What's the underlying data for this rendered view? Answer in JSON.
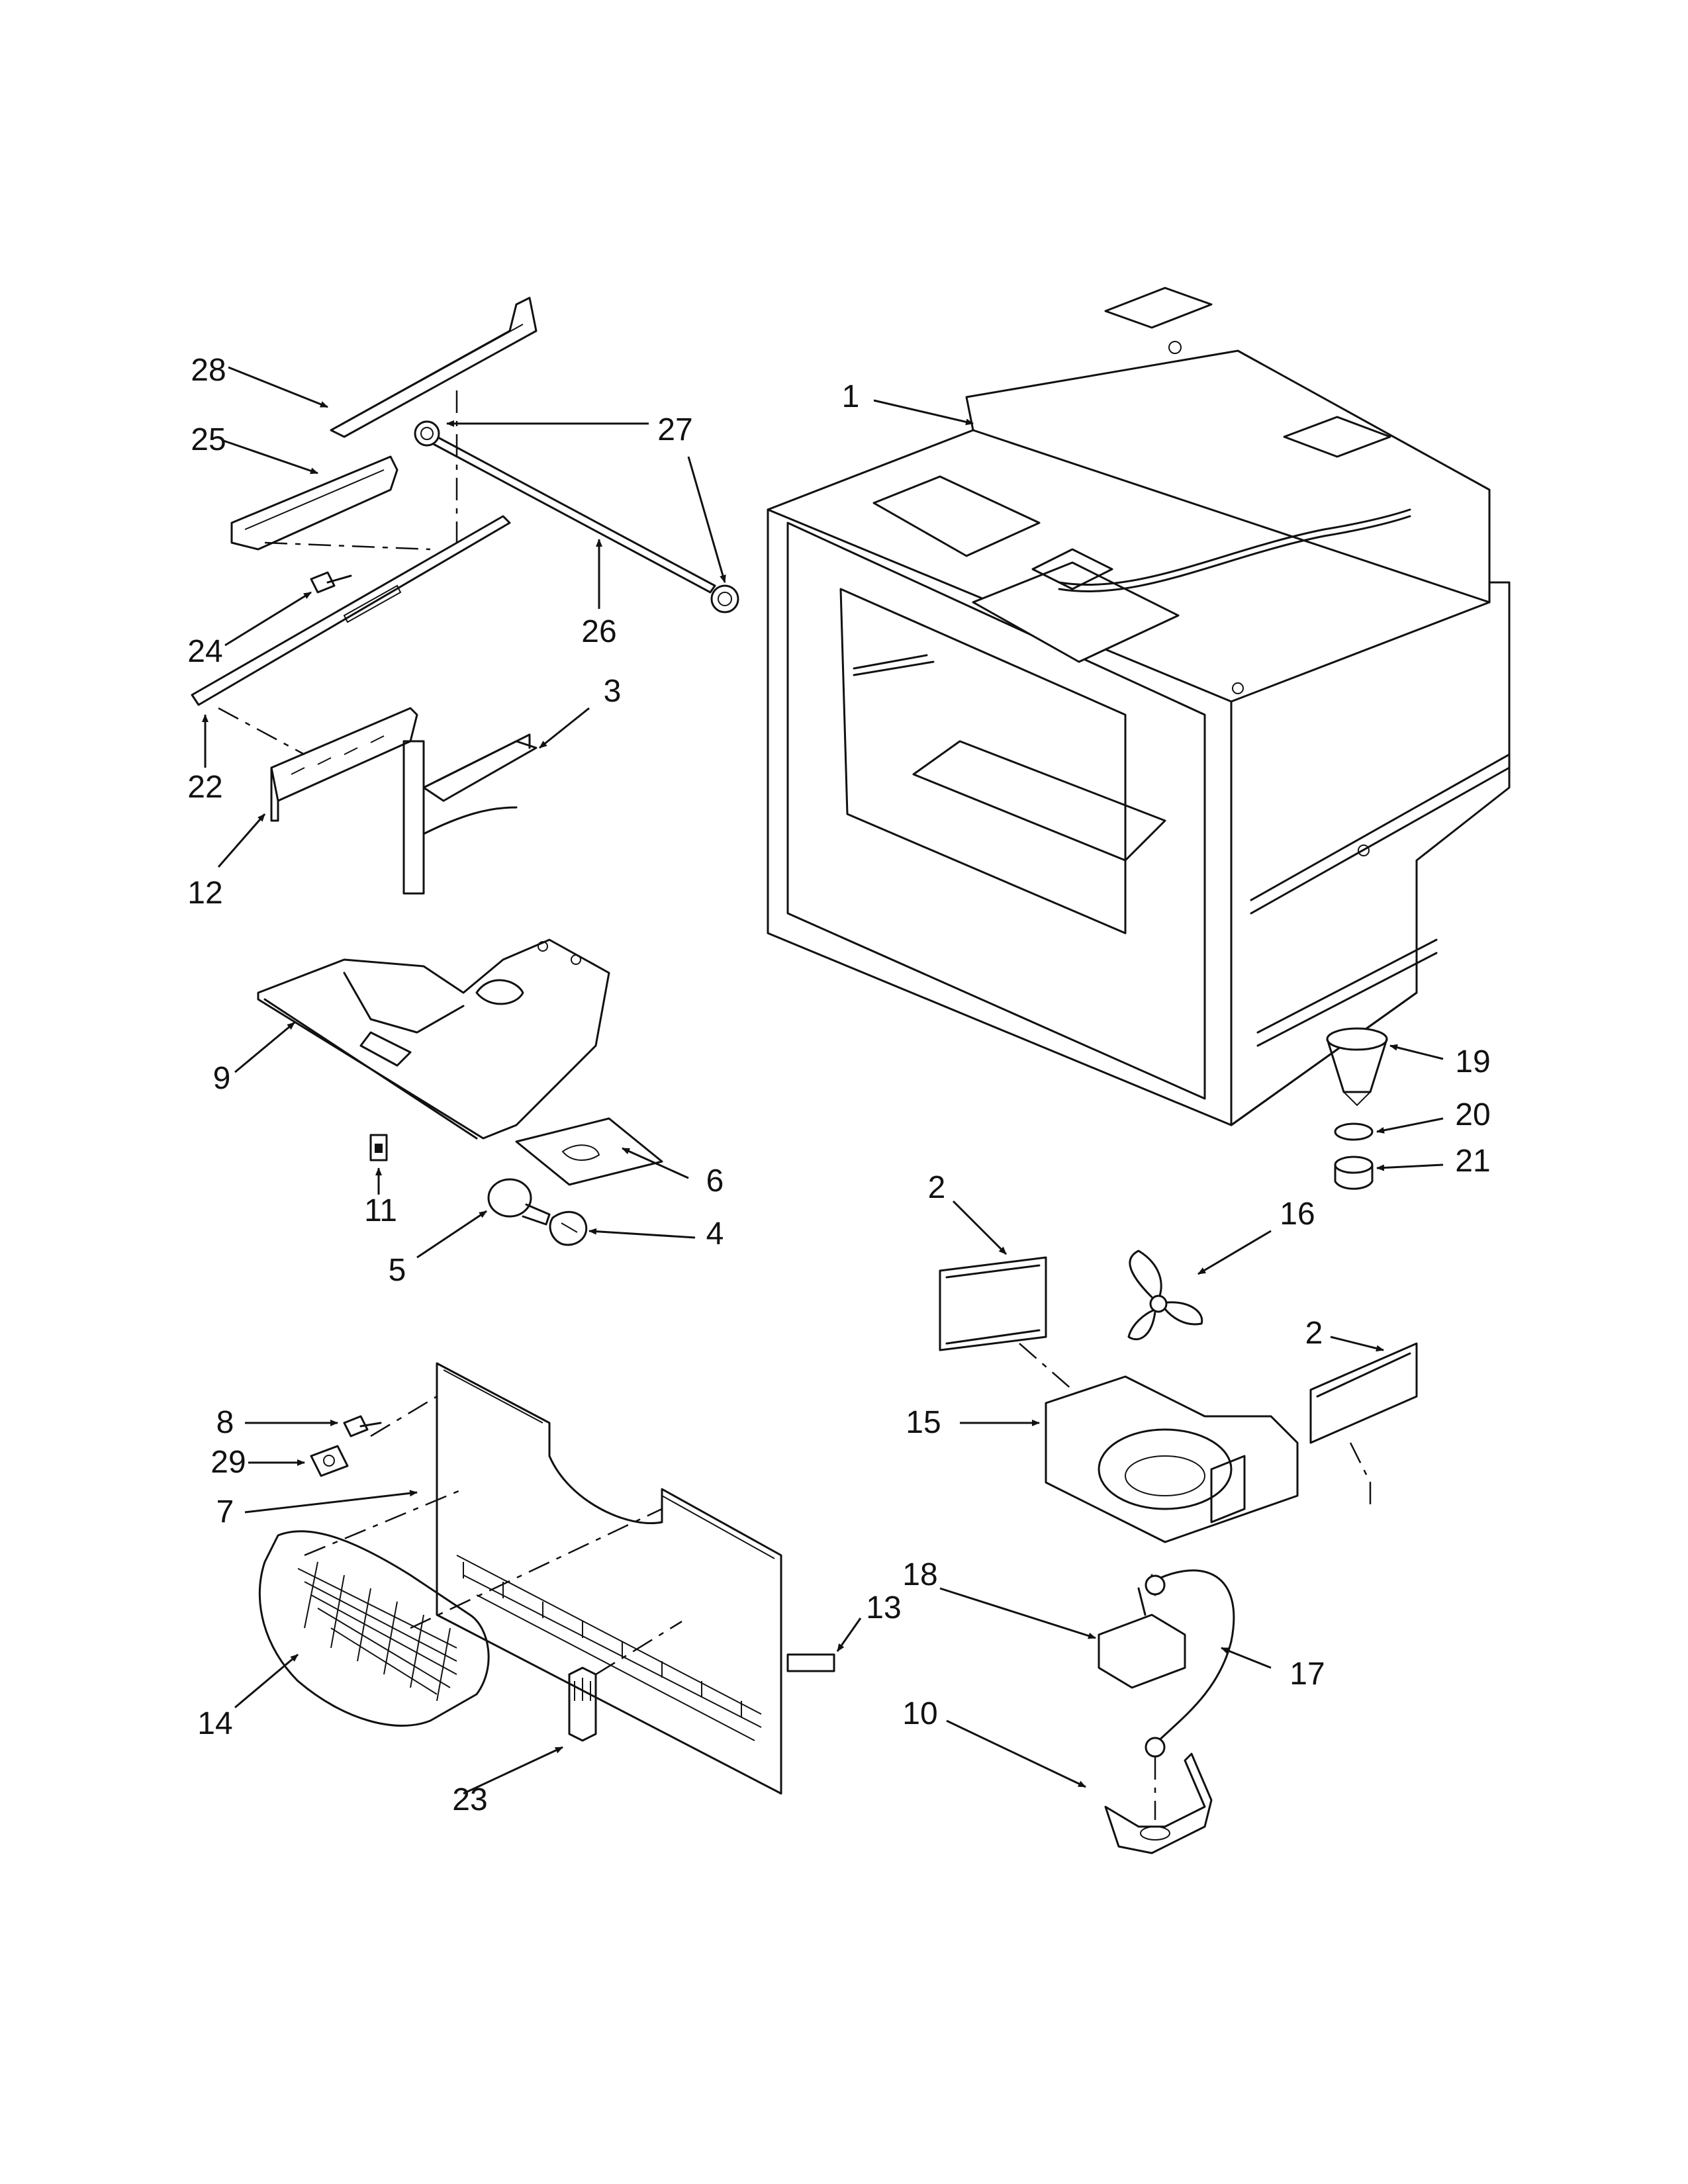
{
  "callouts": [
    "1",
    "2",
    "2",
    "3",
    "4",
    "5",
    "6",
    "7",
    "8",
    "9",
    "10",
    "11",
    "12",
    "13",
    "14",
    "15",
    "16",
    "17",
    "18",
    "19",
    "20",
    "21",
    "22",
    "23",
    "24",
    "25",
    "26",
    "27",
    "28",
    "29"
  ]
}
